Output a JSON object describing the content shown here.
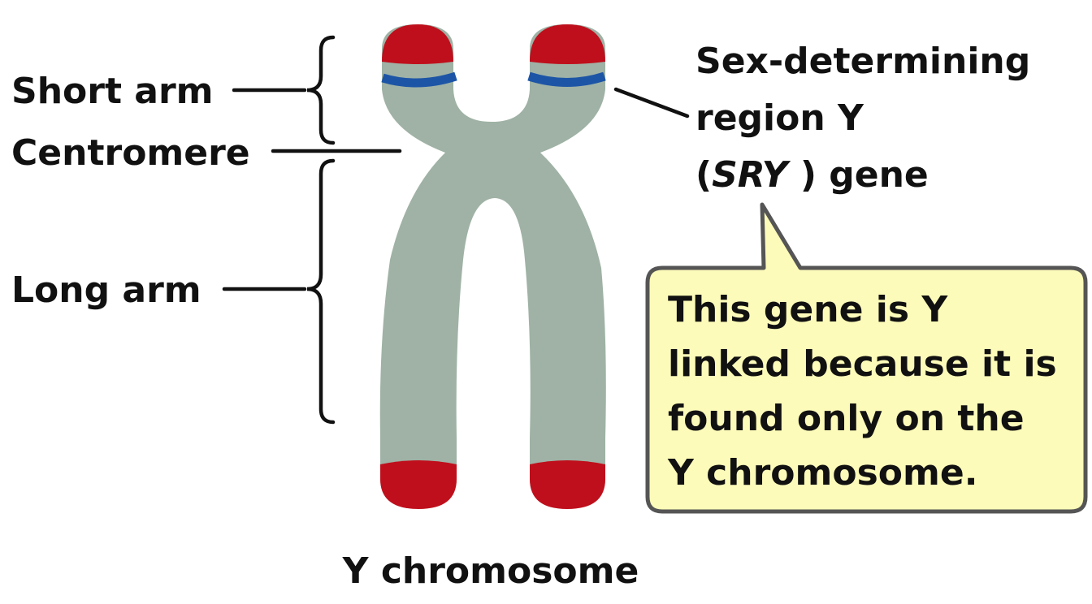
{
  "labels": {
    "short_arm": "Short arm",
    "centromere": "Centromere",
    "long_arm": "Long arm",
    "sry_line1": "Sex-determining",
    "sry_line2": "region Y",
    "sry_line3_open": "(",
    "sry_line3_italic": "SRY",
    "sry_line3_rest": " ) gene"
  },
  "callout": {
    "lines": [
      "This gene is Y",
      "linked because it is",
      "found only on the",
      "Y chromosome."
    ]
  },
  "caption": "Y chromosome",
  "colors": {
    "chromatid": "#9fb2a5",
    "telomere": "#bf0f1c",
    "sry_band": "#1d55a6",
    "callout_fill": "#fdfbb9",
    "callout_stroke": "#555555",
    "text": "#111111"
  }
}
